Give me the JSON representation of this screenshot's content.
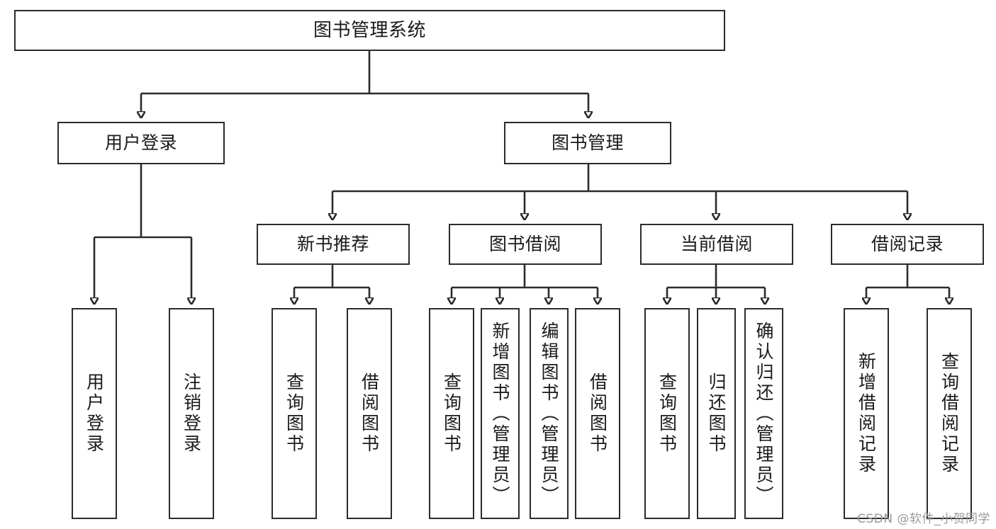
{
  "diagram": {
    "type": "tree-hierarchy-diagram",
    "title": "图书管理系统",
    "theme": {
      "background": "#ffffff",
      "stroke": "#2b2b2b",
      "text": "#1a1a1a",
      "watermark": "#9a9a9a"
    },
    "root": {
      "label": "图书管理系统"
    },
    "level2": [
      {
        "label": "用户登录"
      },
      {
        "label": "图书管理"
      }
    ],
    "level3": [
      {
        "label": "新书推荐"
      },
      {
        "label": "图书借阅"
      },
      {
        "label": "当前借阅"
      },
      {
        "label": "借阅记录"
      }
    ],
    "leaves": {
      "user_login": [
        {
          "label": "用户登录"
        },
        {
          "label": "注销登录"
        }
      ],
      "new_book_recommend": [
        {
          "label": "查询图书"
        },
        {
          "label": "借阅图书"
        }
      ],
      "book_borrow": [
        {
          "label": "查询图书"
        },
        {
          "label": "新增图书（管理员）"
        },
        {
          "label": "编辑图书（管理员）"
        },
        {
          "label": "借阅图书"
        }
      ],
      "current_borrow": [
        {
          "label": "查询图书"
        },
        {
          "label": "归还图书"
        },
        {
          "label": "确认归还（管理员）"
        }
      ],
      "borrow_record": [
        {
          "label": "新增借阅记录"
        },
        {
          "label": "查询借阅记录"
        }
      ]
    }
  },
  "watermark": {
    "text": "CSDN @软件_小贺同学"
  }
}
